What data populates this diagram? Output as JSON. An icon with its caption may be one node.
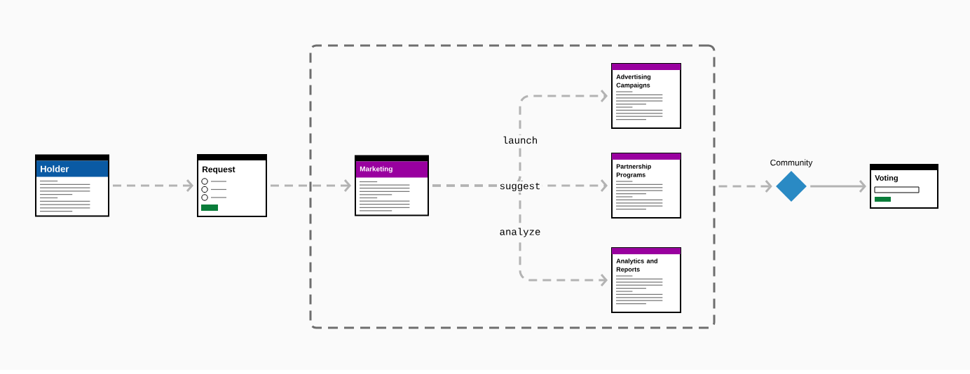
{
  "diagram": {
    "nodes": [
      {
        "text": [
          "Holder"
        ]
      },
      {
        "text": [
          "Request"
        ]
      },
      {
        "text": [],
        "shape": "box"
      },
      {
        "text": [
          "Marketing"
        ],
        "in": 2
      },
      {
        "text": [
          "Advertising Campaigns"
        ],
        "in": 2
      },
      {
        "text": [
          "Partnership Programs"
        ],
        "in": 2
      },
      {
        "text": [
          "Analytics and Reports"
        ],
        "in": 2
      },
      {
        "text": [
          "Community"
        ]
      },
      {
        "text": [
          "Voting"
        ]
      }
    ],
    "edges": [
      {
        "from": 0,
        "to": 1,
        "arrow": "to",
        "style": "dashed"
      },
      {
        "from": 1,
        "to": 3,
        "arrow": "to",
        "style": "dashed"
      },
      {
        "from": 3,
        "to": 4,
        "arrow": "to",
        "style": "dashed",
        "label": "launch"
      },
      {
        "from": 3,
        "to": 5,
        "arrow": "to",
        "style": "dashed",
        "label": "suggest"
      },
      {
        "from": 3,
        "to": 6,
        "arrow": "to",
        "style": "dashed",
        "label": "analyze"
      },
      {
        "from": 2,
        "to": 7,
        "arrow": "to",
        "style": "dashed"
      },
      {
        "from": 7,
        "to": 8,
        "arrow": "to"
      }
    ]
  }
}
